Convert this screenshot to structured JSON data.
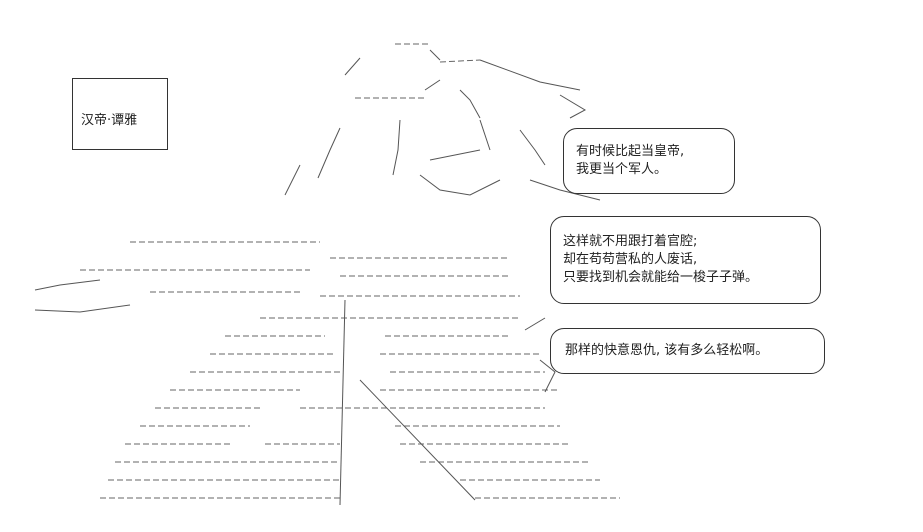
{
  "caption_box": {
    "label": "汉帝·谭雅"
  },
  "dialogue": [
    {
      "lines": [
        "有时候比起当皇帝,",
        "我更当个军人。"
      ]
    },
    {
      "lines": [
        "这样就不用跟打着官腔;",
        "却在苟苟营私的人废话,",
        "只要找到机会就能给一梭子子弹。"
      ]
    },
    {
      "lines": [
        "那样的快意恩仇, 该有多么轻松啊。"
      ]
    }
  ],
  "artwork": {
    "subject": "ascii-art-figure"
  }
}
